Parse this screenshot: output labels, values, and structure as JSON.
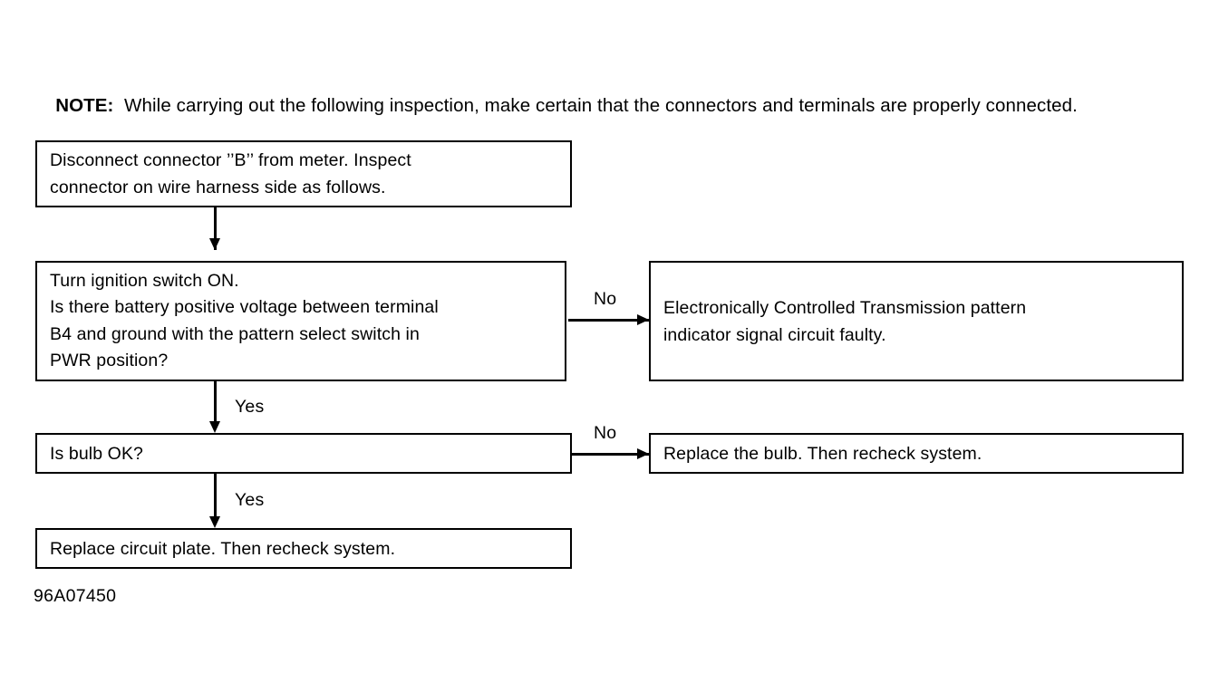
{
  "figure": {
    "code": "96A07450",
    "note_label": "NOTE:",
    "note_text": "  While carrying out the following inspection, make certain that the connectors and terminals are properly connected."
  },
  "colors": {
    "ink": "#000000",
    "paper": "#ffffff"
  },
  "boxes": {
    "disconnect": "Disconnect connector ’’B’’ from meter. Inspect\nconnector on wire harness side as follows.",
    "ignition": "Turn ignition switch ON.\nIs there battery positive voltage between terminal\nB4 and ground with the pattern select switch in\nPWR position?",
    "ect_fault": "Electronically Controlled Transmission pattern\nindicator signal circuit faulty.",
    "bulb_ok": "Is bulb OK?",
    "replace_bulb": "Replace the bulb. Then recheck system.",
    "replace_plate": "Replace circuit plate. Then recheck system."
  },
  "edge_labels": {
    "yes_1": "Yes",
    "yes_2": "Yes",
    "no_1": "No",
    "no_2": "No"
  }
}
